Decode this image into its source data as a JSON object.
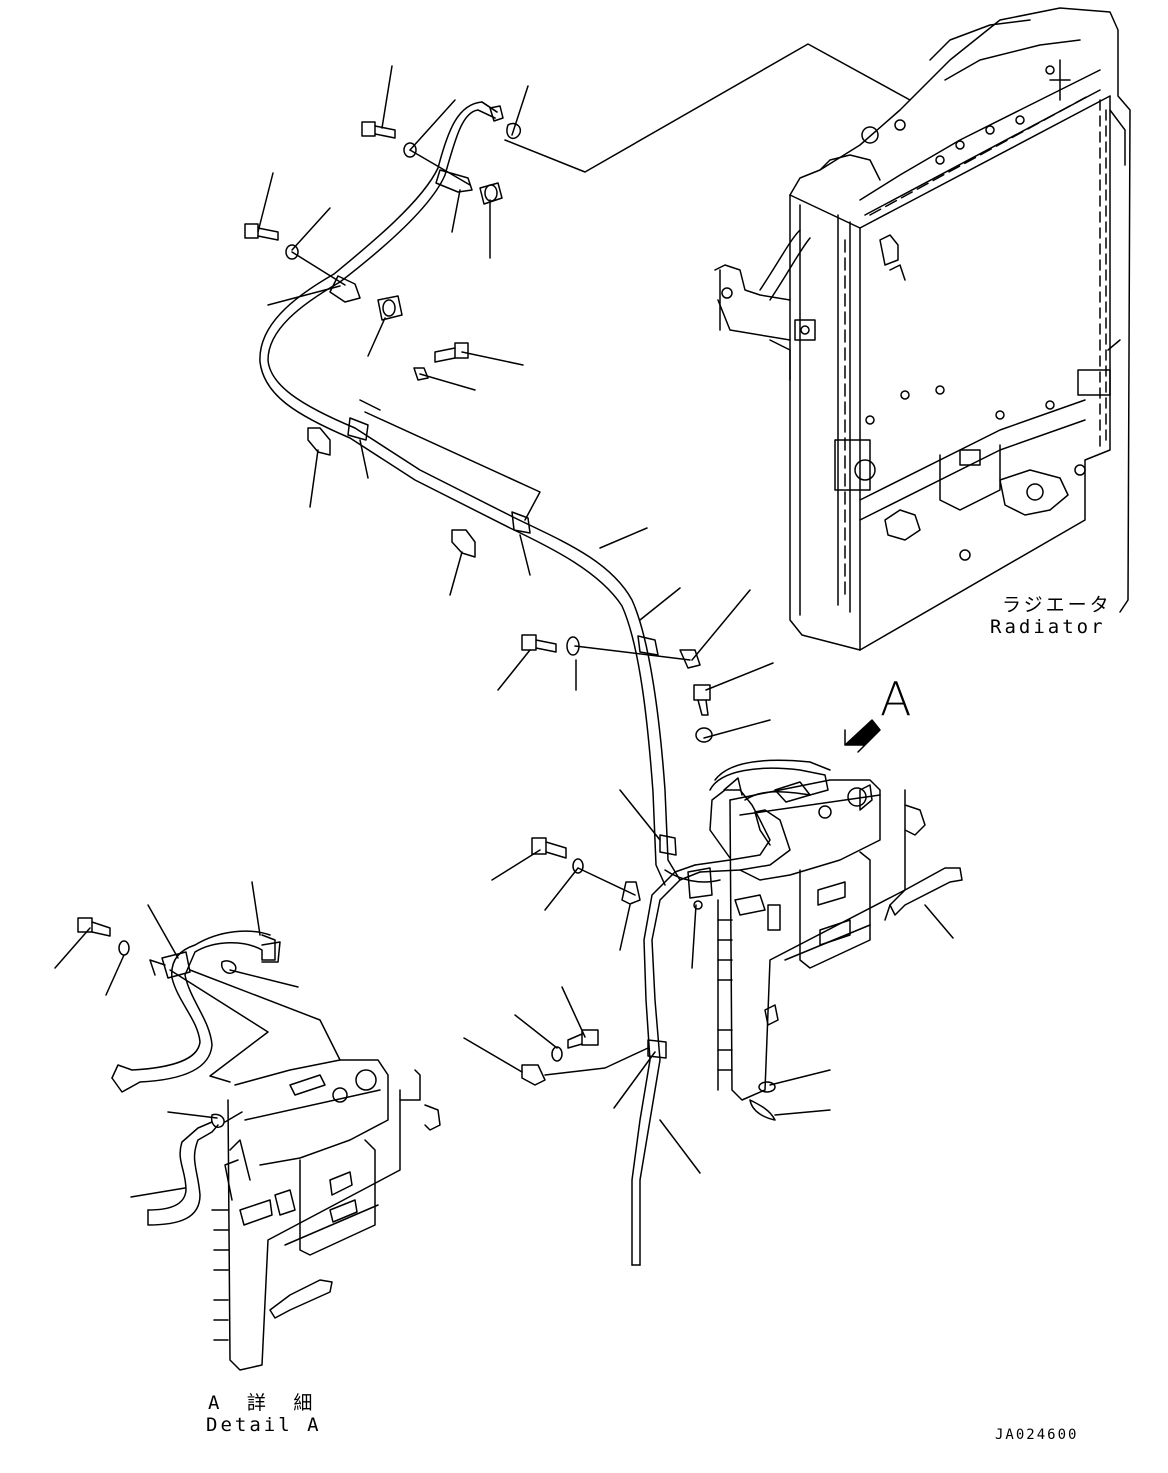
{
  "labels": {
    "radiator_jp": "ラジエータ",
    "radiator_en": "Radiator",
    "view_arrow": "A",
    "detail_jp": "A 詳 細",
    "detail_en": "Detail A",
    "drawing_code": "JA024600"
  },
  "style": {
    "line_color": "#000000",
    "background": "#ffffff"
  }
}
